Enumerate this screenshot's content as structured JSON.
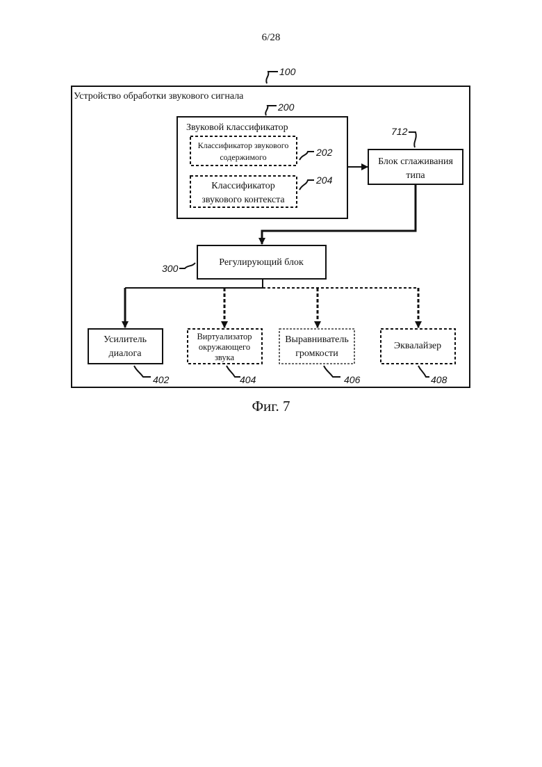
{
  "page_number": "6/28",
  "caption": "Фиг. 7",
  "device": {
    "label": "Устройство обработки звукового сигнала",
    "ref": "100"
  },
  "classifier": {
    "label": "Звуковой классификатор",
    "ref": "200",
    "content": {
      "line1": "Классификатор звукового",
      "line2": "содержимого",
      "ref": "202"
    },
    "context": {
      "line1": "Классификатор",
      "line2": "звукового контекста",
      "ref": "204"
    }
  },
  "smoothing": {
    "line1": "Блок сглаживания",
    "line2": "типа",
    "ref": "712"
  },
  "adjust": {
    "label": "Регулирующий блок",
    "ref": "300"
  },
  "dialog": {
    "line1": "Усилитель",
    "line2": "диалога",
    "ref": "402"
  },
  "virtualizer": {
    "line1": "Виртуализатор",
    "line2": "окружающего",
    "line3": "звука",
    "ref": "404"
  },
  "leveler": {
    "line1": "Выравниватель",
    "line2": "громкости",
    "ref": "406"
  },
  "equalizer": {
    "label": "Эквалайзер",
    "ref": "408"
  }
}
